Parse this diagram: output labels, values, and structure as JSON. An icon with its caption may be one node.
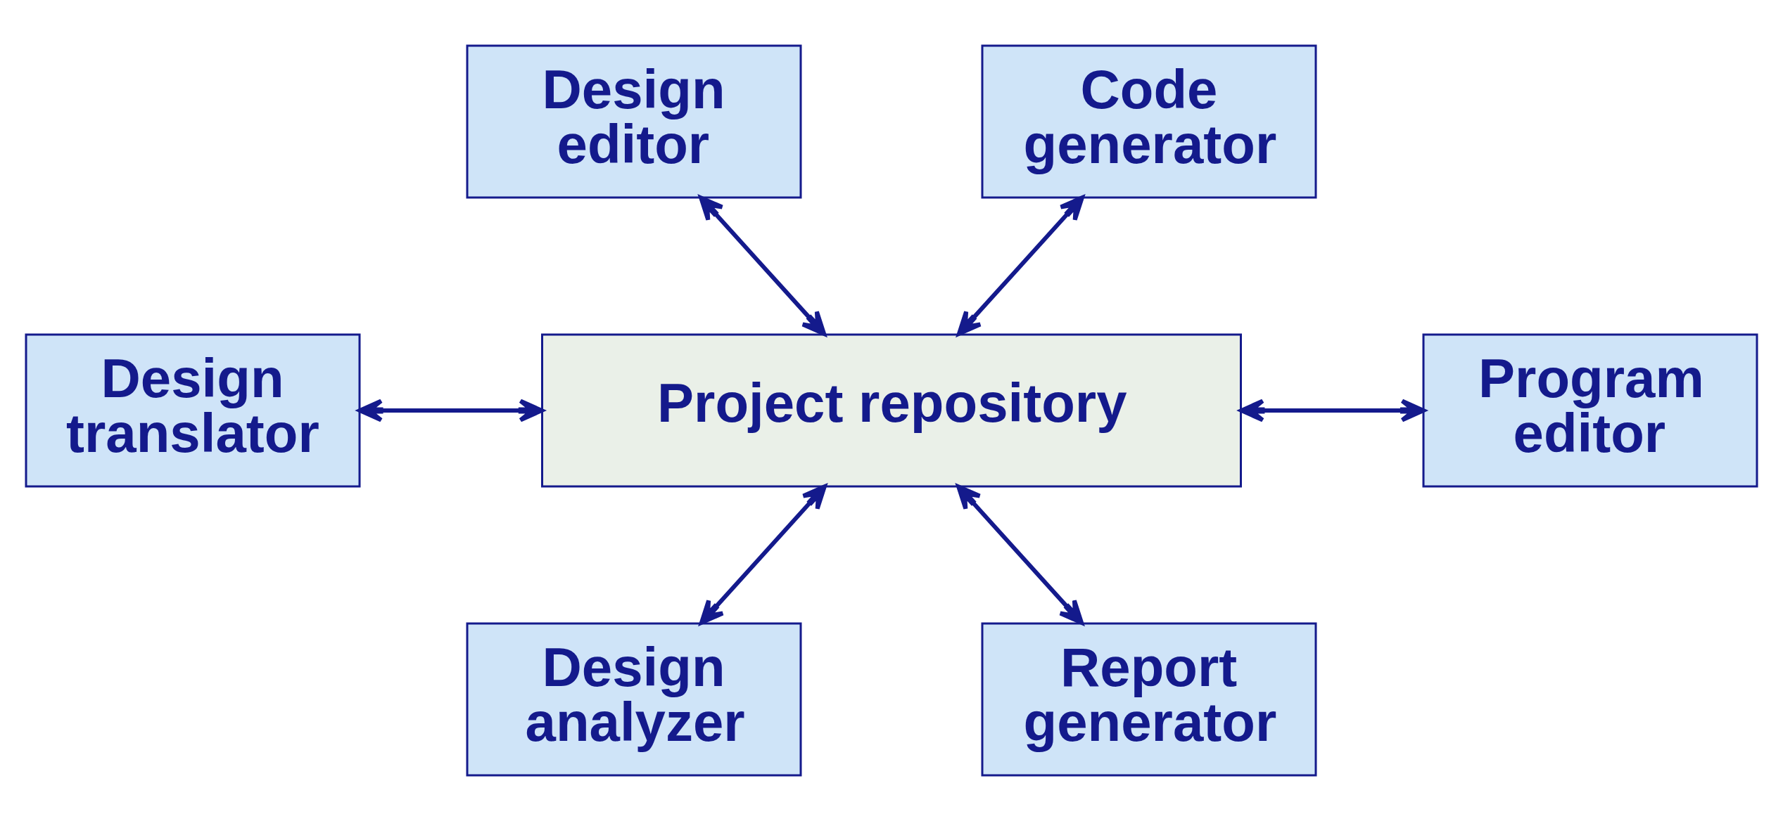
{
  "diagram": {
    "nodes": [
      {
        "text": [
          "Design editor"
        ]
      },
      {
        "text": [
          "Code generator"
        ]
      },
      {
        "text": [
          "Design translator"
        ]
      },
      {
        "text": [
          "Project repository"
        ]
      },
      {
        "text": [
          "Program editor"
        ]
      },
      {
        "text": [
          "Design analyzer"
        ]
      },
      {
        "text": [
          "Report generator"
        ]
      }
    ],
    "edges": [
      {
        "from": 0,
        "to": 3,
        "arrow": "both"
      },
      {
        "from": 1,
        "to": 3,
        "arrow": "both"
      },
      {
        "from": 2,
        "to": 3,
        "arrow": "both"
      },
      {
        "from": 3,
        "to": 4,
        "arrow": "both"
      },
      {
        "from": 3,
        "to": 5,
        "arrow": "both"
      },
      {
        "from": 3,
        "to": 6,
        "arrow": "both"
      }
    ]
  }
}
